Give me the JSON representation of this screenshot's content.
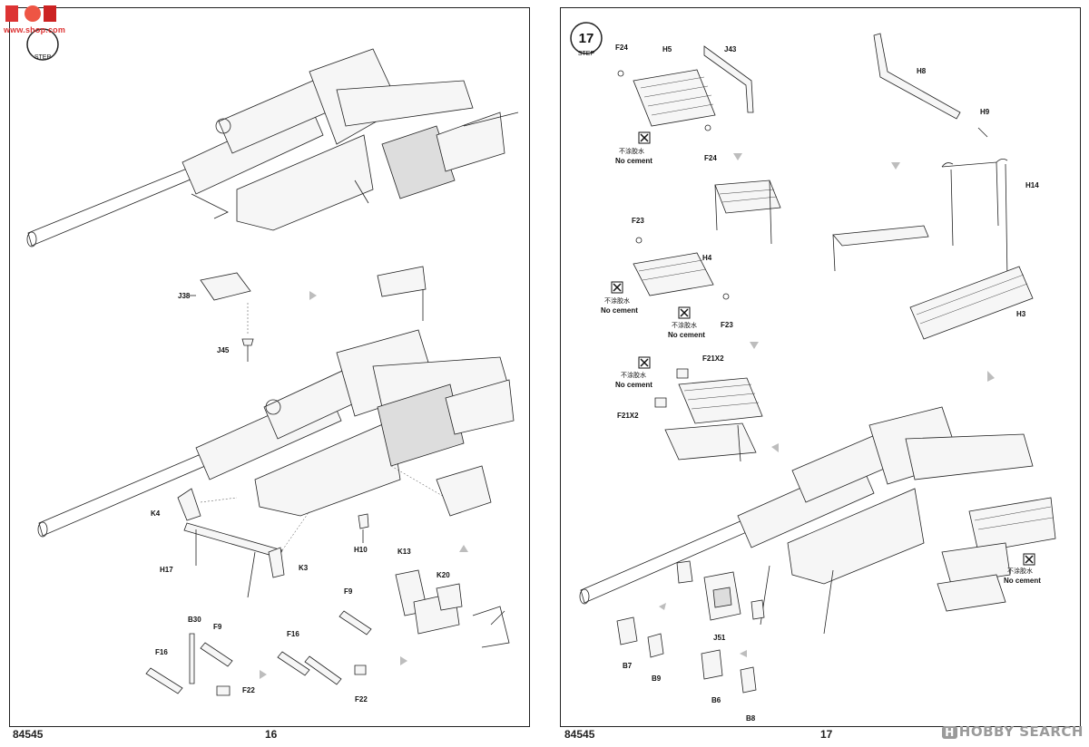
{
  "left_page": {
    "step_badge": {
      "number": "",
      "word": "STEP"
    },
    "labels": {
      "j38": "J38",
      "j45": "J45",
      "k4": "K4",
      "h17": "H17",
      "k3": "K3",
      "h10": "H10",
      "k13": "K13",
      "k20": "K20",
      "b30": "B30",
      "f9a": "F9",
      "f16a": "F16",
      "f22a": "F22",
      "f9b": "F9",
      "f16b": "F16",
      "f22b": "F22"
    },
    "page_number": "16",
    "catalog": "84545"
  },
  "right_page": {
    "step_badge": {
      "number": "17",
      "word": "STEP"
    },
    "labels": {
      "f24a": "F24",
      "h5": "H5",
      "j43": "J43",
      "f24b": "F24",
      "h8": "H8",
      "h9": "H9",
      "f23a": "F23",
      "h4": "H4",
      "f23b": "F23",
      "h14": "H14",
      "h3": "H3",
      "f21x2a": "F21X2",
      "f21x2b": "F21X2",
      "b7": "B7",
      "b9": "B9",
      "j51": "J51",
      "b6": "B6",
      "b8": "B8"
    },
    "no_cement": {
      "cn": "不涂胶水",
      "en": "No cement"
    },
    "page_number": "17",
    "catalog": "84545"
  },
  "watermark": {
    "site": "www.shop.com"
  },
  "brand": {
    "badge": "H",
    "name": "HOBBY SEARCH"
  }
}
